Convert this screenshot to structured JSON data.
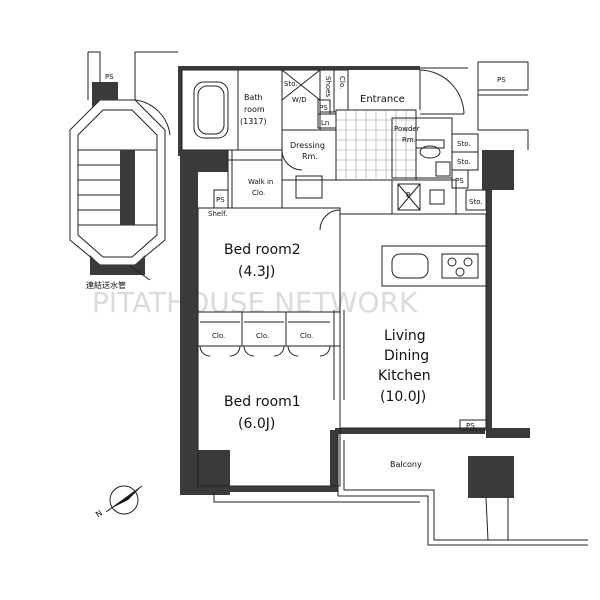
{
  "watermark": "PITATHOUSE NETWORK",
  "rooms": {
    "bath_line1": "Bath",
    "bath_line2": "room",
    "bath_size": "(1317)",
    "wd": "W/D",
    "dressing_line1": "Dressing",
    "dressing_line2": "Rm.",
    "entrance": "Entrance",
    "powder_line1": "Powder",
    "powder_line2": "Rm.",
    "walkin_line1": "Walk in",
    "walkin_line2": "Clo.",
    "shelf": "Shelf.",
    "bed2_name": "Bed room2",
    "bed2_size": "(4.3J)",
    "bed1_name": "Bed room1",
    "bed1_size": "(6.0J)",
    "ldk_line1": "Living",
    "ldk_line2": "Dining",
    "ldk_line3": "Kitchen",
    "ldk_size": "(10.0J)",
    "balcony": "Balcony",
    "clo": "Clo.",
    "shoes_line1": "Shoes",
    "shoes_line2": "Clo.",
    "sto": "Sto.",
    "ps": "PS",
    "ln": "Ln",
    "b": "B",
    "standpipe": "連結送水管"
  },
  "compass": {
    "north_label": "N"
  }
}
